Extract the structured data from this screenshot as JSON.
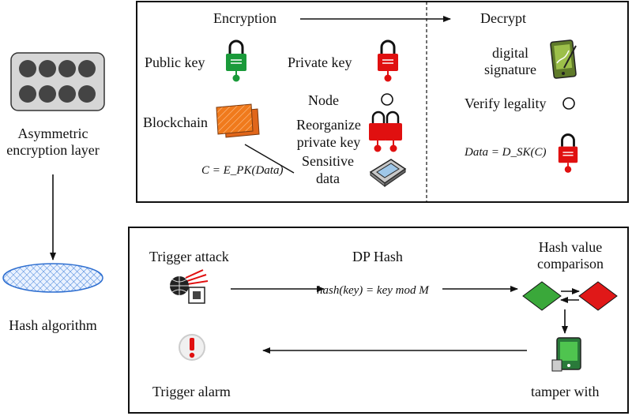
{
  "left": {
    "asymmetric_label_line1": "Asymmetric",
    "asymmetric_label_line2": "encryption layer",
    "hash_label": "Hash algorithm"
  },
  "top_panel": {
    "encryption": "Encryption",
    "decrypt": "Decrypt",
    "public_key": "Public key",
    "private_key": "Private key",
    "blockchain": "Blockchain",
    "node": "Node",
    "reorganize_line1": "Reorganize",
    "reorganize_line2": "private key",
    "sensitive_line1": "Sensitive",
    "sensitive_line2": "data",
    "formula_encrypt": "C = E_PK(Data)",
    "digital_line1": "digital",
    "digital_line2": "signature",
    "verify": "Verify legality",
    "formula_decrypt": "Data = D_SK(C)"
  },
  "bottom_panel": {
    "trigger_attack": "Trigger attack",
    "dp_hash": "DP Hash",
    "hash_formula": "hash(key) = key mod M",
    "hash_value_line1": "Hash value",
    "hash_value_line2": "comparison",
    "trigger_alarm": "Trigger alarm",
    "tamper_with": "tamper with"
  },
  "colors": {
    "lock_green": "#1a9a3a",
    "lock_red": "#e01010",
    "blockchain_orange": "#f07a1c",
    "diamond_green": "#3aa83a",
    "diamond_red": "#e01818",
    "hash_blue": "#2f6fd0",
    "signature_green": "#7a9a3a"
  }
}
